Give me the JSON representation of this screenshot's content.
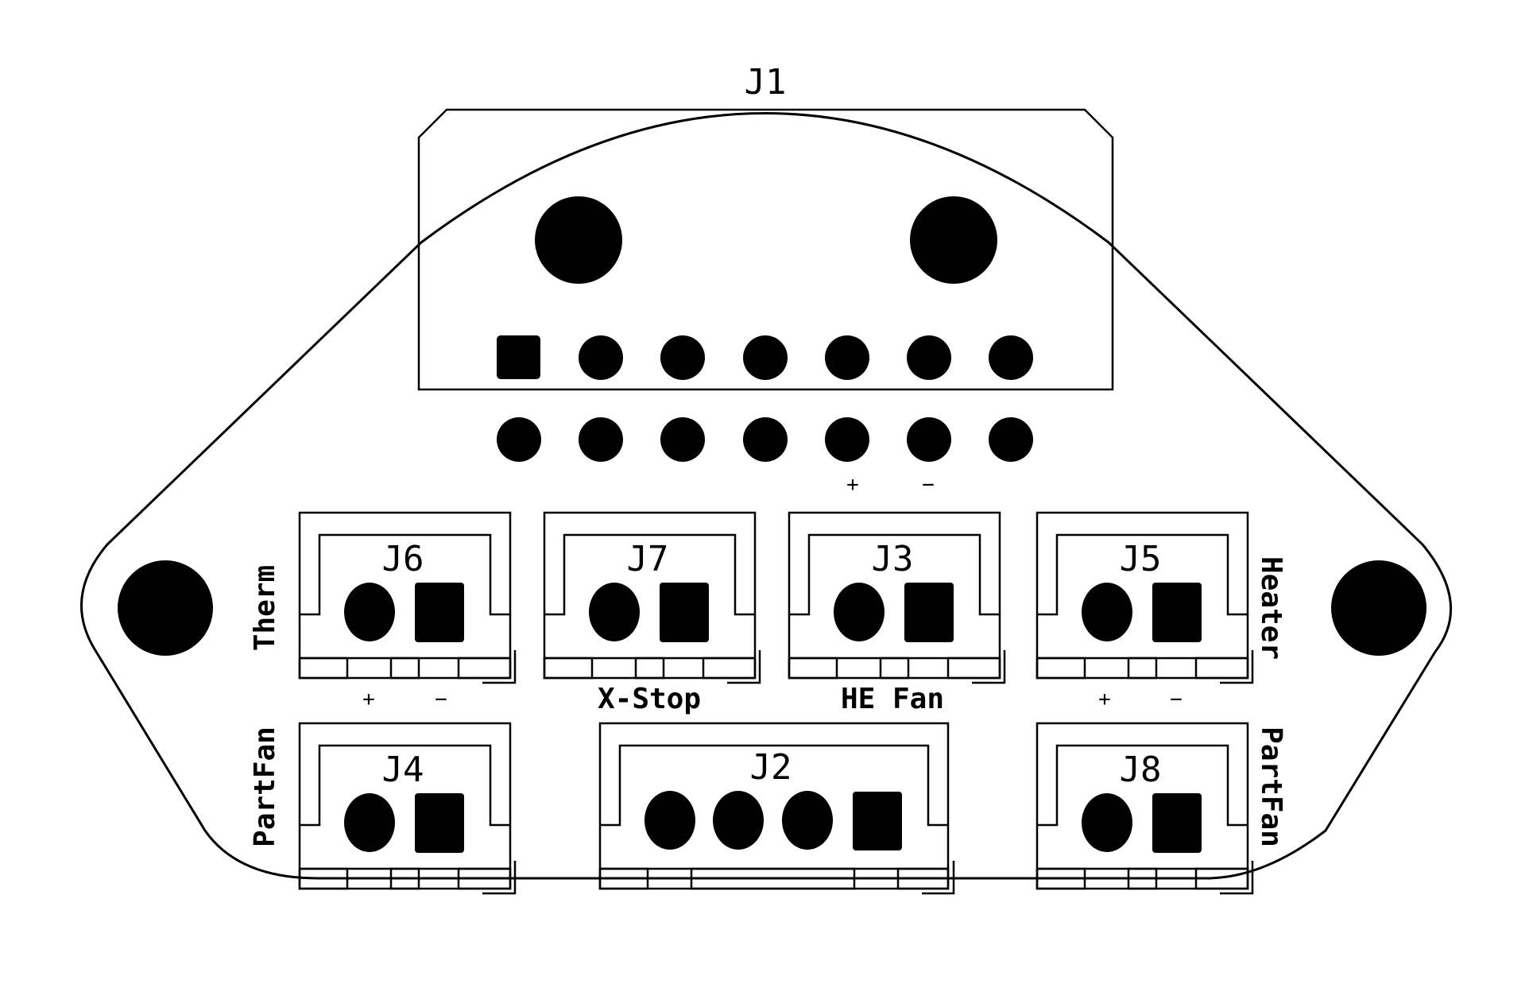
{
  "title": "J1",
  "connectors": {
    "j6": {
      "ref": "J6",
      "label": "Therm"
    },
    "j7": {
      "ref": "J7",
      "label": "X-Stop"
    },
    "j3": {
      "ref": "J3",
      "label": "HE Fan"
    },
    "j5": {
      "ref": "J5",
      "label": "Heater"
    },
    "j4": {
      "ref": "J4",
      "label": "PartFan"
    },
    "j2": {
      "ref": "J2"
    },
    "j8": {
      "ref": "J8",
      "label": "PartFan"
    }
  },
  "polarity": {
    "plus": "+",
    "minus": "−"
  },
  "colors": {
    "ink": "#000000",
    "background": "#ffffff"
  }
}
